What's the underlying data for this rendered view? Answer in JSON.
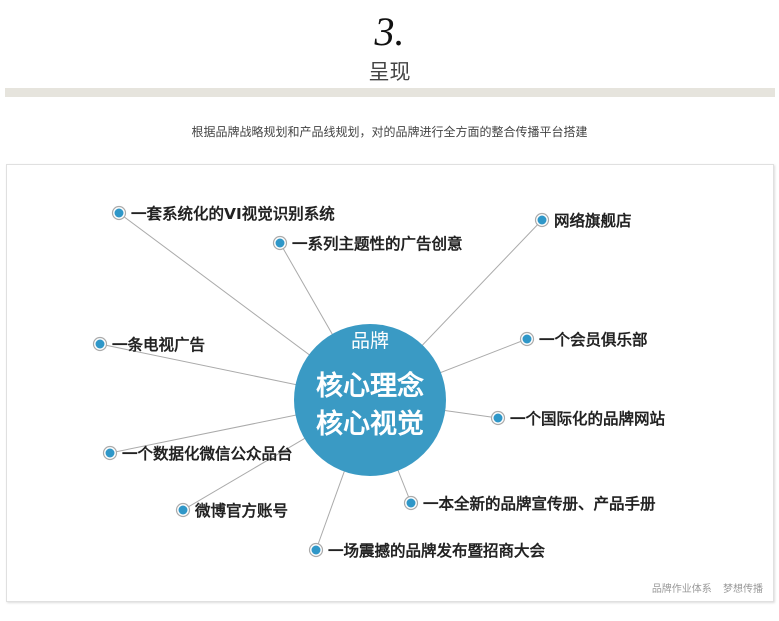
{
  "header": {
    "number": "3.",
    "title": "呈现",
    "subtitle": "根据品牌战略规划和产品线规划，对的品牌进行全方面的整合传播平台搭建"
  },
  "center": {
    "line1": "品牌",
    "line2": "核心理念",
    "line3": "核心视觉",
    "color": "#3a9ac4"
  },
  "items": [
    "一套系统化的VI视觉识别系统",
    "一系列主题性的广告创意",
    "网络旗舰店",
    "一条电视广告",
    "一个会员俱乐部",
    "一个国际化的品牌网站",
    "一个数据化微信公众品台",
    "微博官方账号",
    "一本全新的品牌宣传册、产品手册",
    "一场震撼的品牌发布暨招商大会"
  ],
  "footer": {
    "left": "品牌作业体系",
    "right": "梦想传播"
  }
}
